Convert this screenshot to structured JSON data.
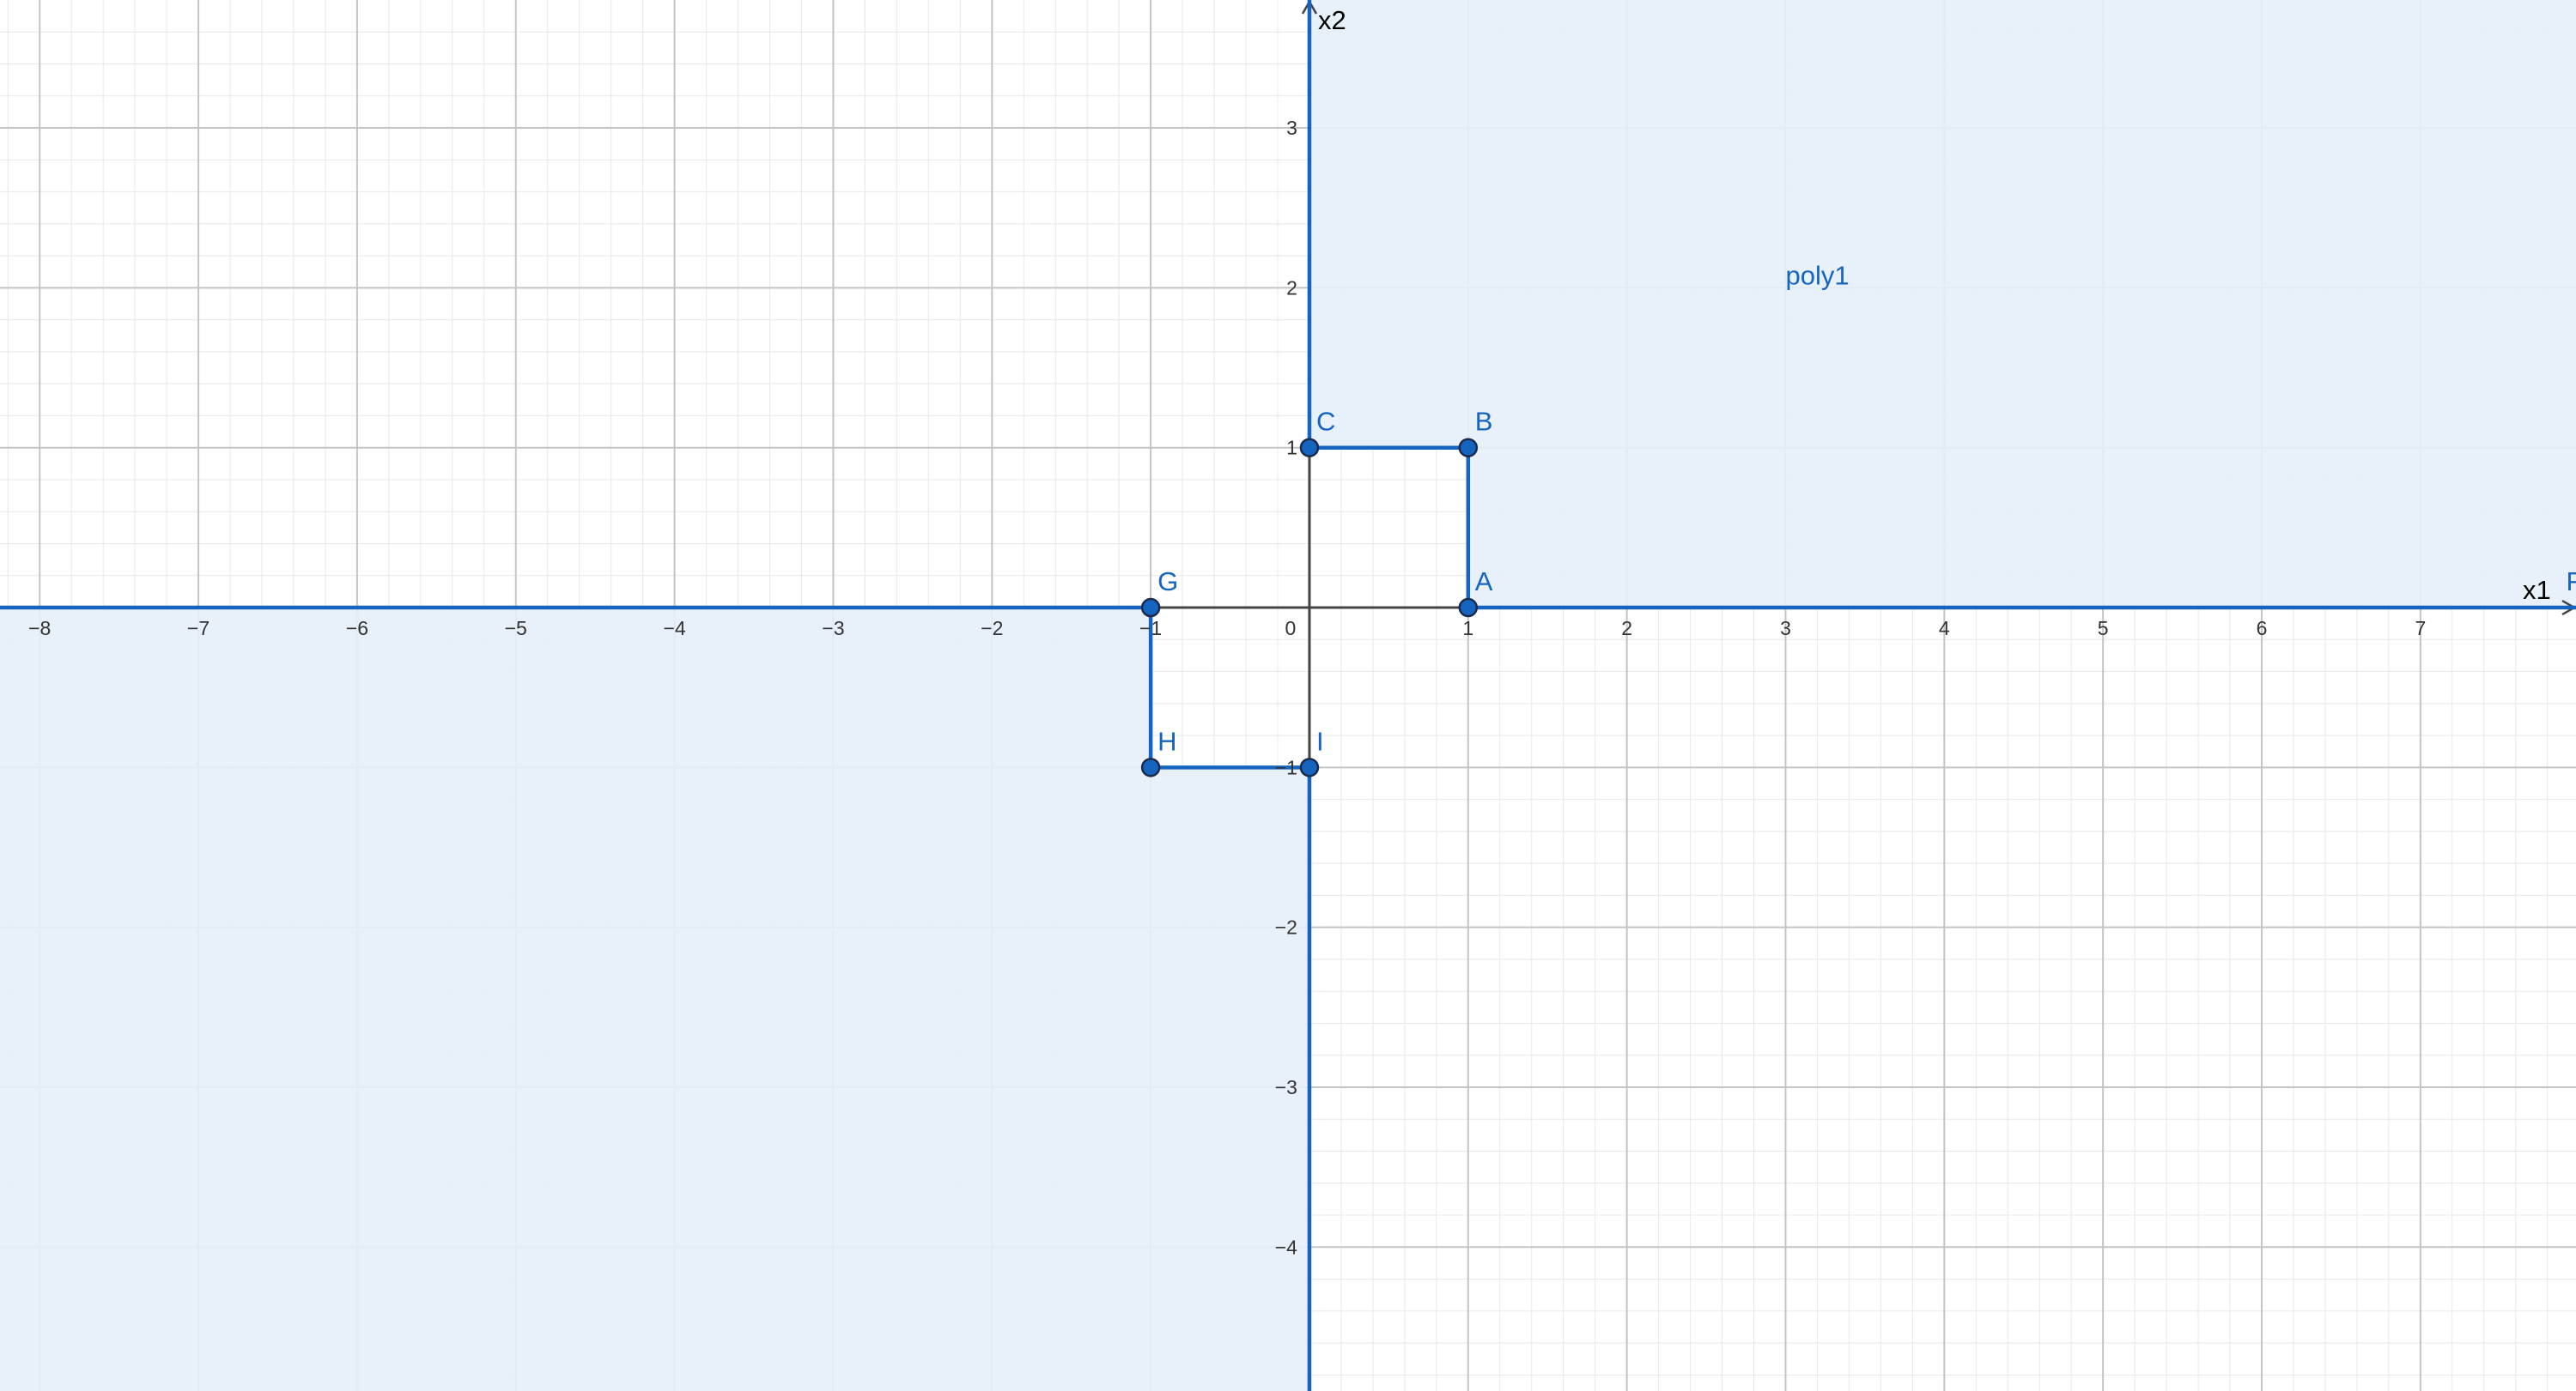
{
  "graphics": {
    "x_axis": {
      "name": "x1",
      "min": -8.25,
      "max": 7.98,
      "ticks": [
        -8,
        -7,
        -6,
        -5,
        -4,
        -3,
        -2,
        -1,
        0,
        1,
        2,
        3,
        4,
        5,
        6,
        7
      ],
      "minor_step": 0.2
    },
    "y_axis": {
      "name": "x2",
      "min": -4.9,
      "max": 3.8,
      "ticks": [
        -4,
        -3,
        -2,
        -1,
        1,
        2,
        3
      ]
    },
    "colors": {
      "object": "#1565c0",
      "fill": "#e6eef8",
      "axis": "#444444",
      "major_grid": "#c4c4c4",
      "minor_grid": "#e8e8e8",
      "point_fill": "#1565c0",
      "point_stroke": "#1a2a4a"
    },
    "polygon": {
      "name": "poly1",
      "label_at": [
        3.0,
        2.02
      ],
      "upper_region": {
        "vertices": [
          [
            0,
            3.8
          ],
          [
            0,
            1
          ],
          [
            1,
            1
          ],
          [
            1,
            0
          ],
          [
            7.98,
            0
          ],
          [
            7.98,
            3.8
          ]
        ]
      },
      "lower_region": {
        "vertices": [
          [
            -8.25,
            0
          ],
          [
            -1,
            0
          ],
          [
            -1,
            -1
          ],
          [
            0,
            -1
          ],
          [
            0,
            -4.9
          ],
          [
            -8.25,
            -4.9
          ]
        ]
      }
    },
    "points": [
      {
        "name": "A",
        "x": 1,
        "y": 0
      },
      {
        "name": "B",
        "x": 1,
        "y": 1
      },
      {
        "name": "C",
        "x": 0,
        "y": 1
      },
      {
        "name": "G",
        "x": -1,
        "y": 0
      },
      {
        "name": "H",
        "x": -1,
        "y": -1
      },
      {
        "name": "I",
        "x": 0,
        "y": -1
      }
    ],
    "extra_labels": [
      {
        "name": "F",
        "x": 7.95,
        "y": 0
      }
    ]
  }
}
